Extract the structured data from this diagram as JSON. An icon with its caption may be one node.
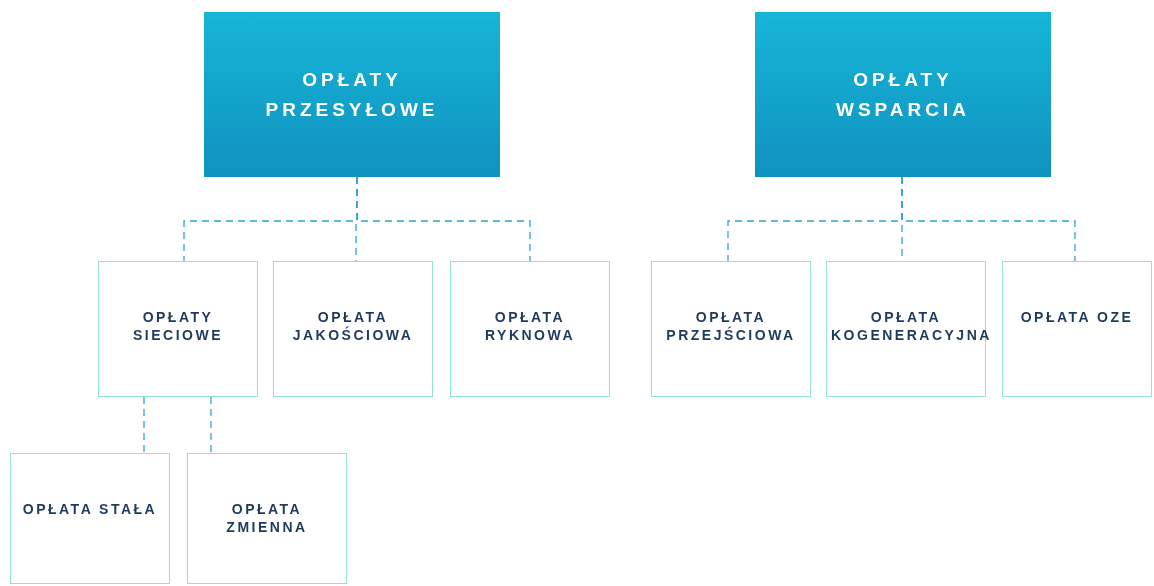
{
  "diagram": {
    "nodes": [
      {
        "text": [
          "OPŁATY PRZESYŁOWE"
        ]
      },
      {
        "text": [
          "OPŁATY WSPARCIA"
        ]
      },
      {
        "text": [
          "OPŁATY SIECIOWE"
        ]
      },
      {
        "text": [
          "OPŁATA JAKOŚCIOWA"
        ]
      },
      {
        "text": [
          "OPŁATA RYKNOWA"
        ]
      },
      {
        "text": [
          "OPŁATA PRZEJŚCIOWA"
        ]
      },
      {
        "text": [
          "OPŁATA KOGENERACYJNA"
        ]
      },
      {
        "text": [
          "OPŁATA OZE"
        ]
      },
      {
        "text": [
          "OPŁATA STAŁA"
        ]
      },
      {
        "text": [
          "OPŁATA ZMIENNA"
        ]
      }
    ],
    "edges": [
      {
        "from": 0,
        "to": 2,
        "arrow": "none",
        "style": "dashed"
      },
      {
        "from": 0,
        "to": 3,
        "arrow": "none",
        "style": "dashed"
      },
      {
        "from": 0,
        "to": 4,
        "arrow": "none",
        "style": "dashed"
      },
      {
        "from": 1,
        "to": 5,
        "arrow": "none",
        "style": "dashed"
      },
      {
        "from": 1,
        "to": 6,
        "arrow": "none",
        "style": "dashed"
      },
      {
        "from": 1,
        "to": 7,
        "arrow": "none",
        "style": "dashed"
      },
      {
        "from": 2,
        "to": 8,
        "arrow": "none",
        "style": "dashed"
      },
      {
        "from": 2,
        "to": 9,
        "arrow": "none",
        "style": "dashed"
      }
    ]
  }
}
